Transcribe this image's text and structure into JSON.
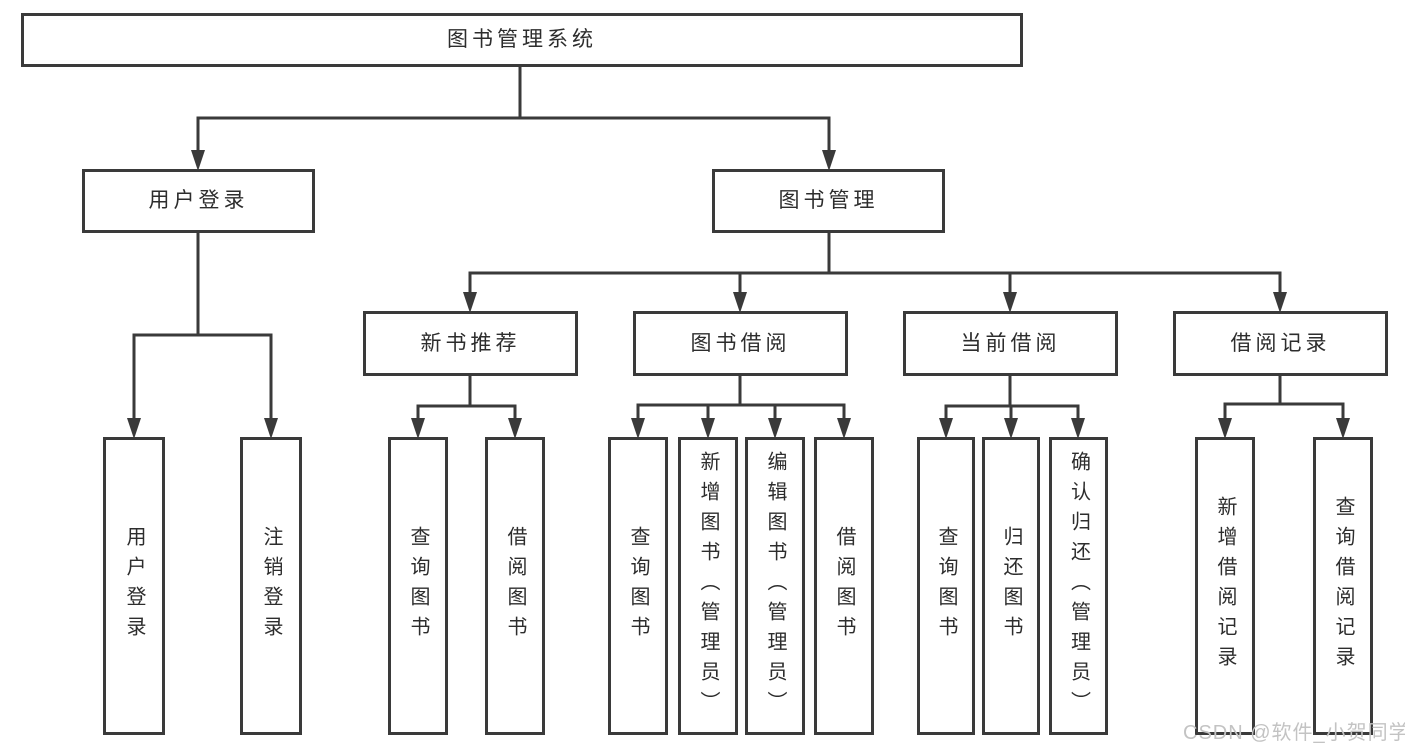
{
  "diagram": {
    "root": {
      "label": "图书管理系统"
    },
    "level2": {
      "user_login": {
        "label": "用户登录"
      },
      "book_mgmt": {
        "label": "图书管理"
      }
    },
    "level3": {
      "new_book_rec": {
        "label": "新书推荐"
      },
      "book_borrow": {
        "label": "图书借阅"
      },
      "current_borrow": {
        "label": "当前借阅"
      },
      "borrow_record": {
        "label": "借阅记录"
      }
    },
    "leaves": {
      "user_login_children": [
        {
          "label": "用户登录"
        },
        {
          "label": "注销登录"
        }
      ],
      "new_book_rec_children": [
        {
          "label": "查询图书"
        },
        {
          "label": "借阅图书"
        }
      ],
      "book_borrow_children": [
        {
          "label": "查询图书"
        },
        {
          "label": "新增图书（管理员）"
        },
        {
          "label": "编辑图书（管理员）"
        },
        {
          "label": "借阅图书"
        }
      ],
      "current_borrow_children": [
        {
          "label": "查询图书"
        },
        {
          "label": "归还图书"
        },
        {
          "label": "确认归还（管理员）"
        }
      ],
      "borrow_record_children": [
        {
          "label": "新增借阅记录"
        },
        {
          "label": "查询借阅记录"
        }
      ]
    }
  },
  "watermark": {
    "text": "CSDN @软件_小贺同学"
  },
  "colors": {
    "line": "#3a3a3a",
    "text": "#2d2d2d",
    "background": "#ffffff",
    "watermark": "#c3c3c3"
  }
}
